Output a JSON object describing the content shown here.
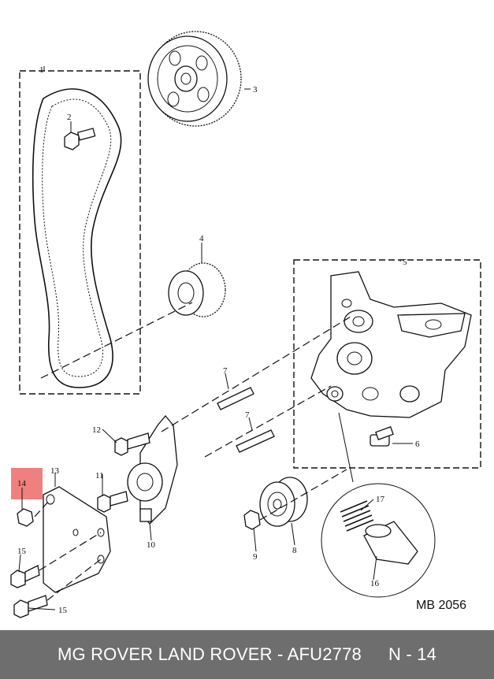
{
  "callouts": {
    "c1": "1",
    "c2": "2",
    "c3": "3",
    "c4": "4",
    "c5": "5",
    "c6": "6",
    "c7a": "7",
    "c7b": "7",
    "c8": "8",
    "c9": "9",
    "c10": "10",
    "c11": "11",
    "c12": "12",
    "c13": "13",
    "c14": "14",
    "c15a": "15",
    "c15b": "15",
    "c16": "16",
    "c17": "17"
  },
  "diagram_ref": "MB 2056",
  "highlight": {
    "color": "#f08080"
  },
  "footer": {
    "brands": "MG ROVER LAND ROVER - AFU2778",
    "page": "N - 14"
  }
}
